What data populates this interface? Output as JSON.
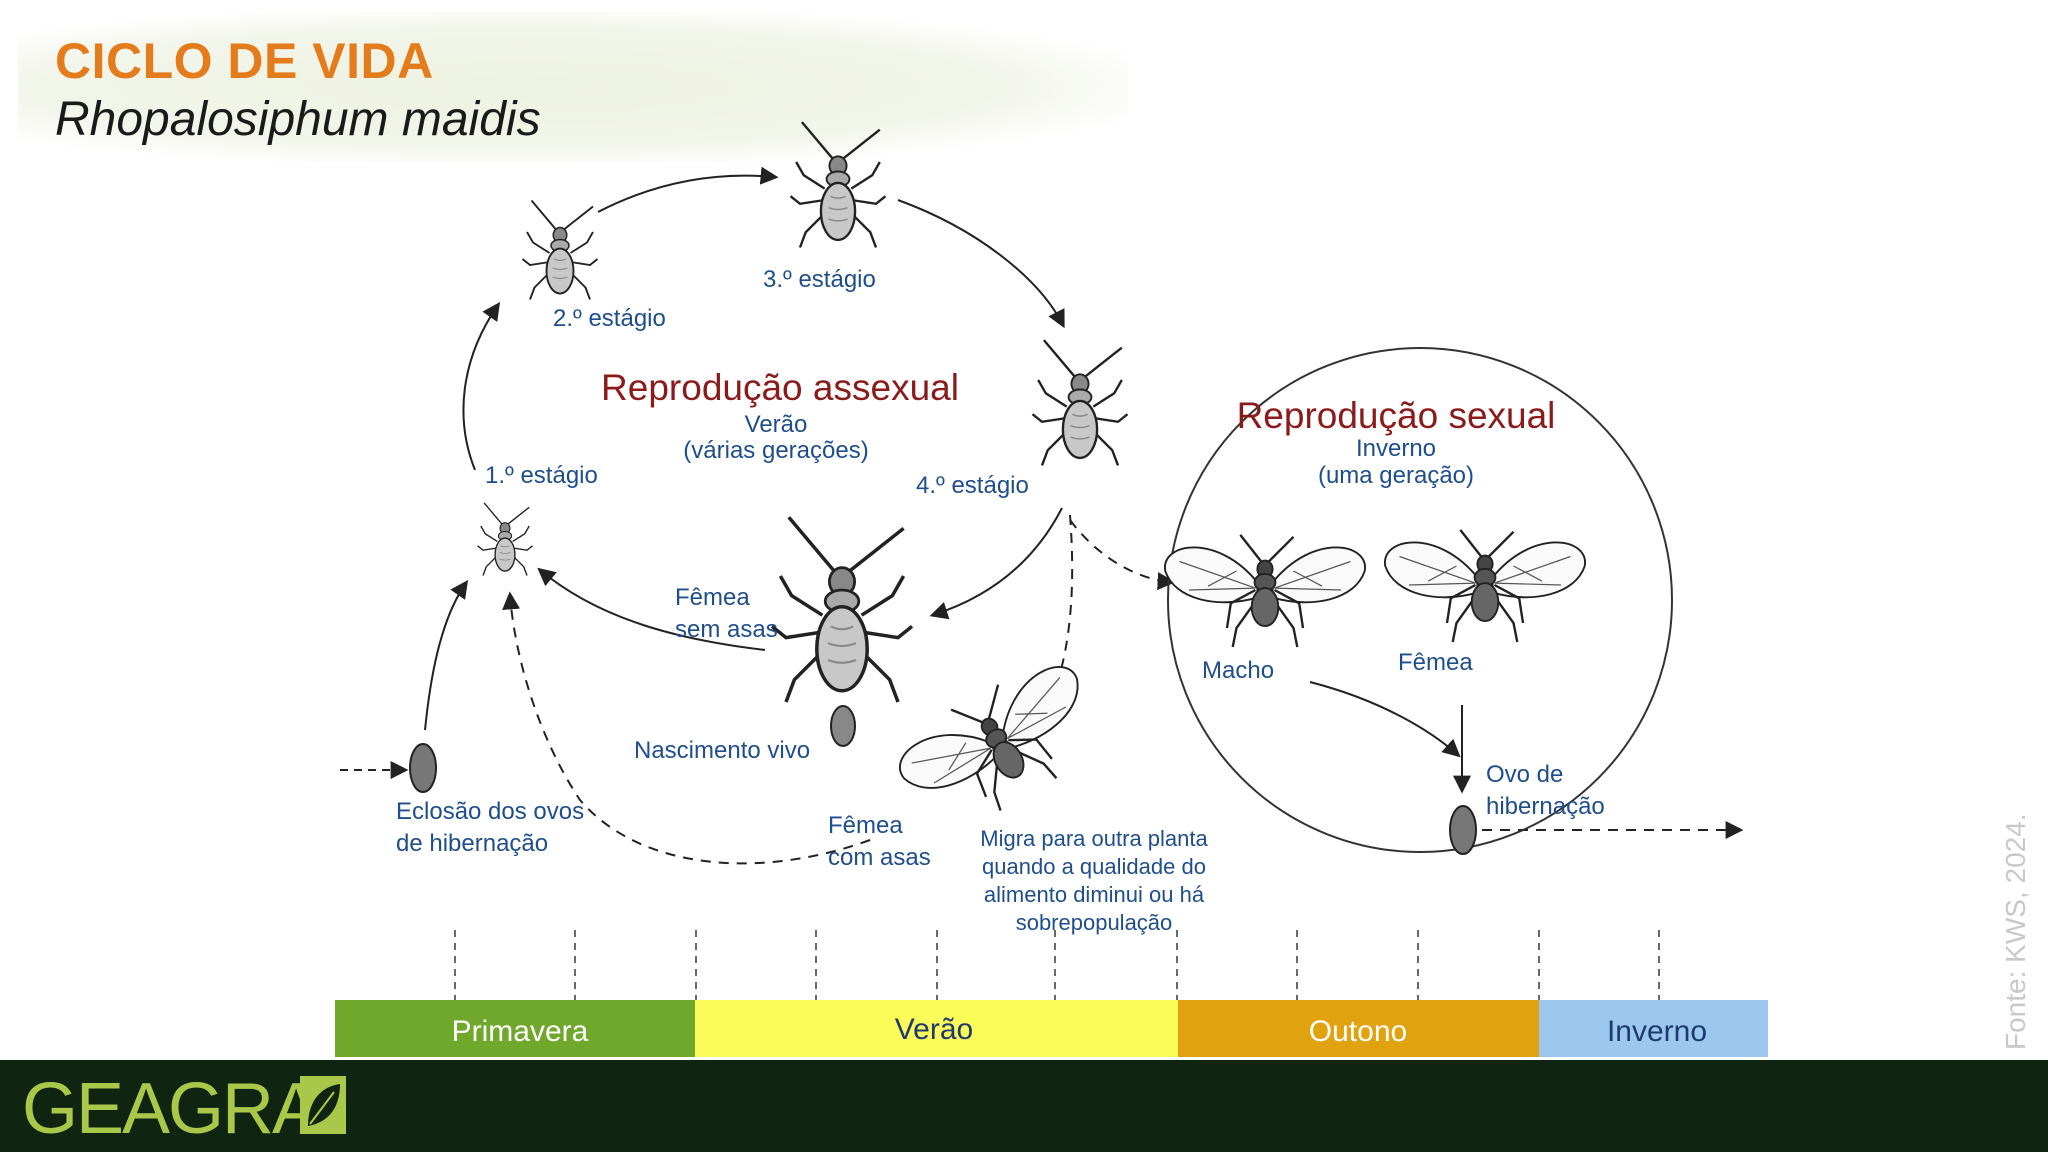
{
  "header": {
    "title": "CICLO DE VIDA",
    "subtitle": "Rhopalosiphum maidis"
  },
  "diagram": {
    "asexual": {
      "title": "Reprodução assexual",
      "season": "Verão",
      "note": "(várias gerações)"
    },
    "sexual": {
      "title": "Reprodução sexual",
      "season": "Inverno",
      "note": "(uma geração)"
    },
    "stages": {
      "s1": "1.º estágio",
      "s2": "2.º estágio",
      "s3": "3.º estágio",
      "s4": "4.º estágio"
    },
    "labels": {
      "femea_sem_asas_1": "Fêmea",
      "femea_sem_asas_2": "sem asas",
      "nascimento": "Nascimento vivo",
      "eclosao_1": "Eclosão dos ovos",
      "eclosao_2": "de hibernação",
      "femea_com_asas_1": "Fêmea",
      "femea_com_asas_2": "com asas",
      "migra_1": "Migra para outra planta",
      "migra_2": "quando a qualidade do",
      "migra_3": "alimento diminui ou há",
      "migra_4": "sobrepopulação",
      "macho": "Macho",
      "femea": "Fêmea",
      "ovo_1": "Ovo de",
      "ovo_2": "hibernação"
    }
  },
  "seasons": [
    {
      "label": "Primavera",
      "color": "#6fa82a",
      "text_color": "#ffffff"
    },
    {
      "label": "Verão",
      "color": "#fbfb5a",
      "text_color": "#1f3a6e"
    },
    {
      "label": "Outono",
      "color": "#e0a20e",
      "text_color": "#ffffff"
    },
    {
      "label": "Inverno",
      "color": "#9cc8f0",
      "text_color": "#1f3a6e"
    }
  ],
  "source": "Fonte: KWS, 2024.",
  "footer": {
    "logo": "GEAGRA"
  },
  "colors": {
    "title": "#e57c1c",
    "label_blue": "#1f4e8c",
    "label_red": "#8b1a1a",
    "footer_bg": "#0f2411",
    "logo": "#a9c84a"
  }
}
